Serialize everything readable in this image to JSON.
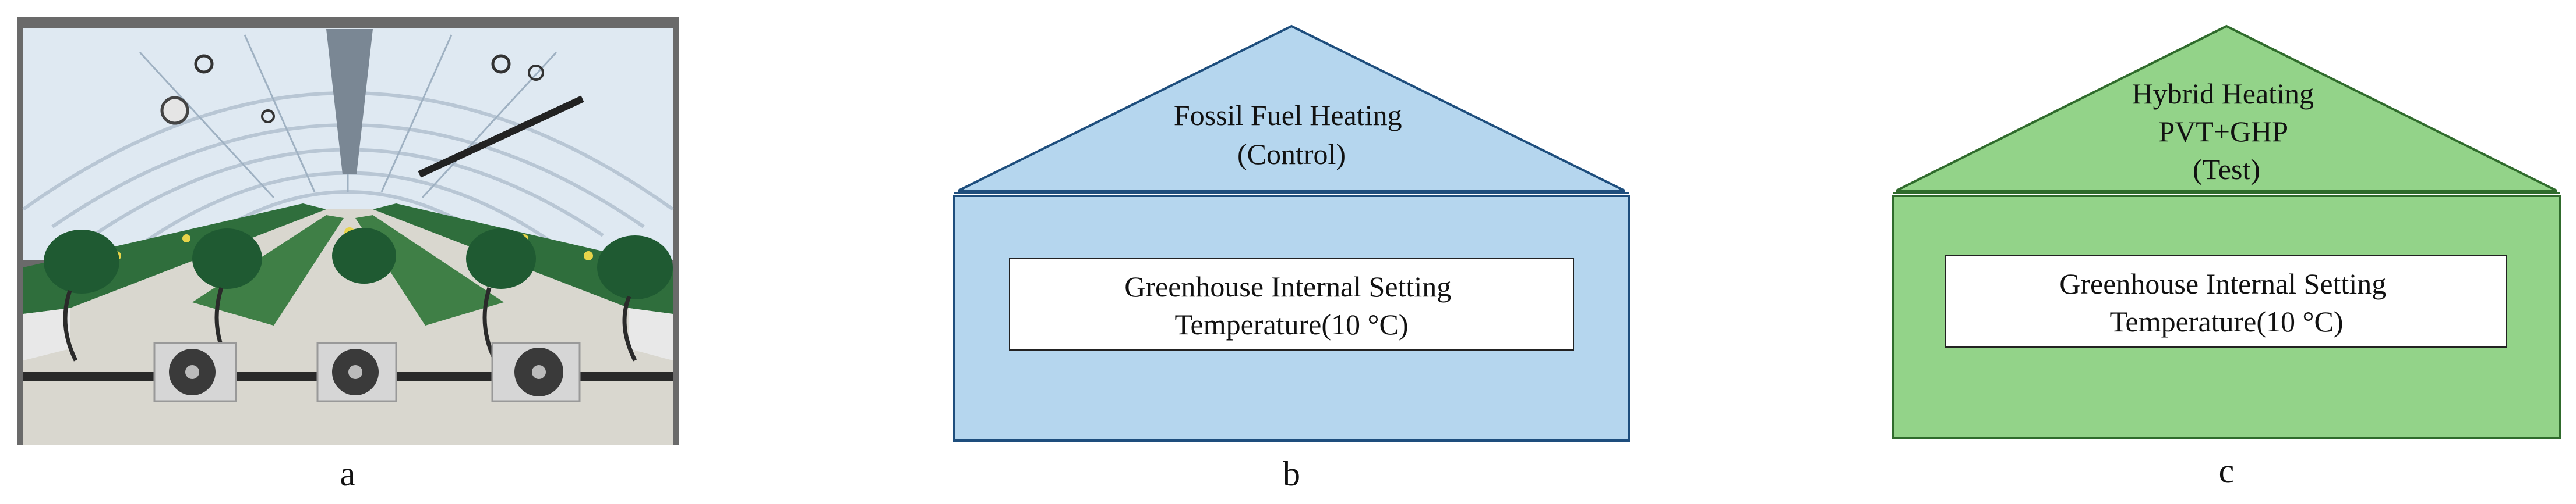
{
  "panels": [
    {
      "label": "a",
      "kind": "photo",
      "photo": {
        "subject": "greenhouse-interior",
        "colors": {
          "frame": "#6a6a6a",
          "sky": "#dfe9f2",
          "film": "#c9d6e2",
          "plants": "#2f6e3c",
          "covers": "#1f5a32",
          "floor": "#d9d7cf",
          "units": "#d6d6d6",
          "fan": "#3a3a3a",
          "pipe": "#2a2a2a"
        }
      }
    },
    {
      "label": "b",
      "kind": "house",
      "roof_lines": [
        "Fossil Fuel Heating",
        "(Control)"
      ],
      "box_lines": [
        "Greenhouse Internal Setting",
        "Temperature(10 °C)"
      ],
      "colors": {
        "fill": "#b5d6ee",
        "stroke": "#1e4e7d"
      }
    },
    {
      "label": "c",
      "kind": "house",
      "roof_lines": [
        "Hybrid Heating",
        "PVT+GHP",
        "(Test)"
      ],
      "box_lines": [
        "Greenhouse Internal Setting",
        "Temperature(10 °C)"
      ],
      "colors": {
        "fill": "#93d389",
        "stroke": "#2f6b2c"
      }
    }
  ]
}
